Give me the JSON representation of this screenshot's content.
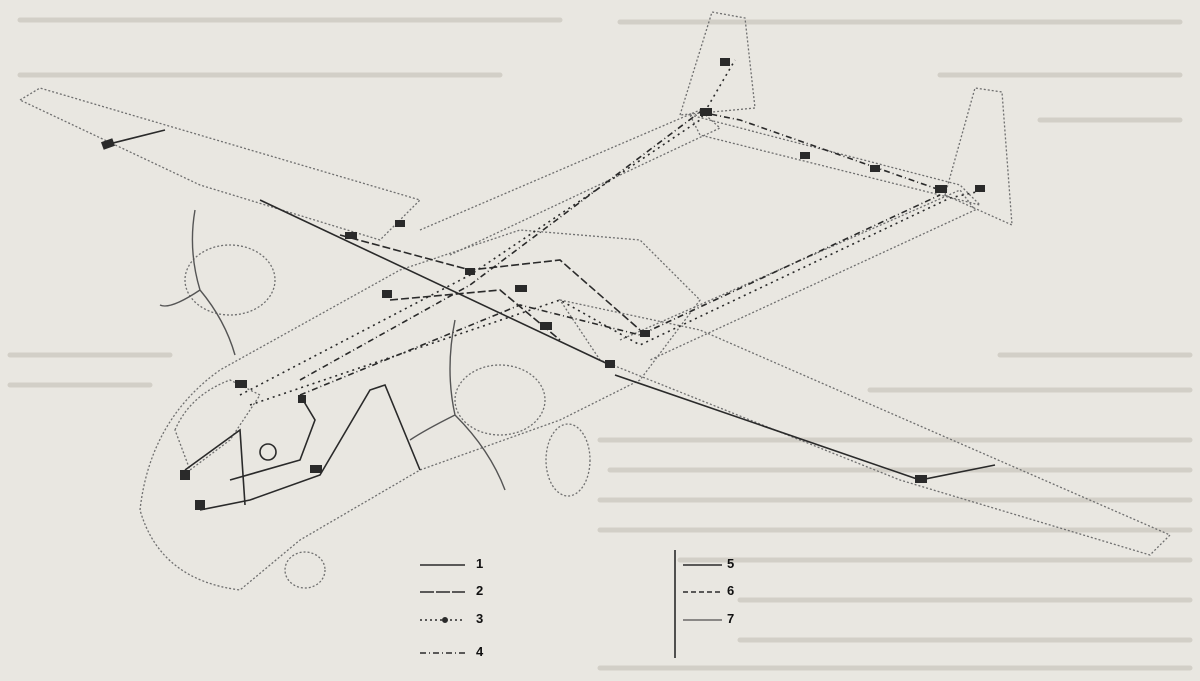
{
  "legend": {
    "left": [
      "1",
      "2",
      "3",
      "4"
    ],
    "right": [
      "5",
      "6",
      "7"
    ]
  },
  "colors": {
    "paper": "#e9e7e1",
    "ink": "#2a2a2a",
    "bleed": "#cfccc4"
  }
}
